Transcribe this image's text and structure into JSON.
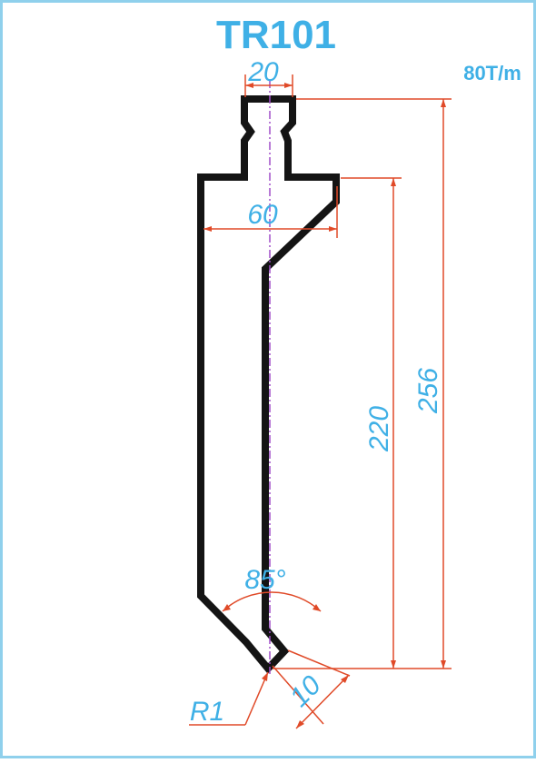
{
  "title": "TR101",
  "rating": "80T/m",
  "dimensions": {
    "top_width": "20",
    "shoulder_width": "60",
    "height_upper": "220",
    "height_total": "256",
    "tip_angle": "85°",
    "tip_length": "10",
    "tip_radius": "R1"
  },
  "colors": {
    "label": "#3fb0e6",
    "dimension_line": "#e04a28",
    "profile": "#141414",
    "centerline": "#a14fc8",
    "border": "#8fd0ec"
  }
}
